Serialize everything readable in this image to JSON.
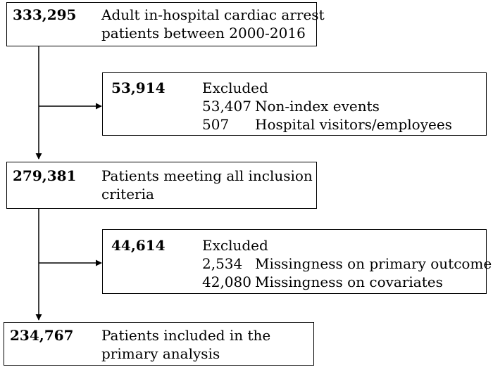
{
  "flowchart": {
    "steps": [
      {
        "count": "333,295",
        "lines": [
          "Adult in-hospital cardiac arrest",
          "patients between 2000-2016"
        ]
      },
      {
        "count": "279,381",
        "lines": [
          "Patients meeting all inclusion",
          "criteria"
        ]
      },
      {
        "count": "234,767",
        "lines": [
          "Patients included in the",
          "primary analysis"
        ]
      }
    ],
    "exclusions": [
      {
        "count": "53,914",
        "heading": "Excluded",
        "items": [
          {
            "n": "53,407",
            "reason": "Non-index events"
          },
          {
            "n": "507",
            "reason": "Hospital visitors/employees"
          }
        ]
      },
      {
        "count": "44,614",
        "heading": "Excluded",
        "items": [
          {
            "n": "2,534",
            "reason": "Missingness on primary outcome"
          },
          {
            "n": "42,080",
            "reason": "Missingness on covariates"
          }
        ]
      }
    ]
  }
}
